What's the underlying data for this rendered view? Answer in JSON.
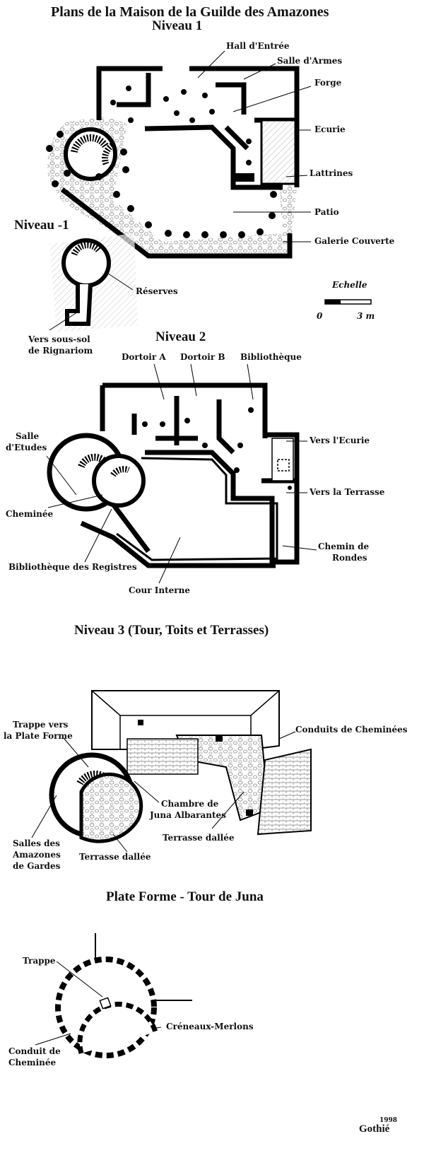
{
  "title": "Plans de la Maison de la Guilde des Amazones",
  "level1": {
    "title": "Niveau 1",
    "labels": {
      "hall": "Hall d'Entrée",
      "salle_armes": "Salle d'Armes",
      "forge": "Forge",
      "ecurie": "Ecurie",
      "lattrines": "Lattrines",
      "patio": "Patio",
      "galerie": "Galerie Couverte"
    }
  },
  "level_minus1": {
    "title": "Niveau -1",
    "labels": {
      "reserves": "Réserves",
      "vers_sous_sol_1": "Vers sous-sol",
      "vers_sous_sol_2": "de Rignariom"
    }
  },
  "scale": {
    "title": "Echelle",
    "min": "0",
    "max": "3 m"
  },
  "level2": {
    "title": "Niveau 2",
    "labels": {
      "dortoir_a": "Dortoir A",
      "dortoir_b": "Dortoir B",
      "bibliotheque": "Bibliothèque",
      "salle_etudes_1": "Salle",
      "salle_etudes_2": "d'Etudes",
      "vers_ecurie": "Vers l'Ecurie",
      "vers_terrasse": "Vers la Terrasse",
      "cheminee": "Cheminée",
      "chemin_rondes_1": "Chemin de",
      "chemin_rondes_2": "Rondes",
      "bibliotheque_registres": "Bibliothèque des Registres",
      "cour_interne": "Cour Interne"
    }
  },
  "level3": {
    "title": "Niveau 3 (Tour, Toits et Terrasses)",
    "labels": {
      "trappe_1": "Trappe vers",
      "trappe_2": "la Plate Forme",
      "conduits": "Conduits de Cheminées",
      "chambre_1": "Chambre de",
      "chambre_2": "Juna Albarantes",
      "terrasse_dallee_right": "Terrasse dallée",
      "salles_1": "Salles des",
      "salles_2": "Amazones",
      "salles_3": "de Gardes",
      "terrasse_dallee_left": "Terrasse dallée"
    }
  },
  "platform": {
    "title": "Plate Forme - Tour de Juna",
    "labels": {
      "trappe": "Trappe",
      "creneaux": "Créneaux-Merlons",
      "conduit_1": "Conduit de",
      "conduit_2": "Cheminée"
    }
  },
  "signature": {
    "year": "1998",
    "name": "Gothié"
  }
}
